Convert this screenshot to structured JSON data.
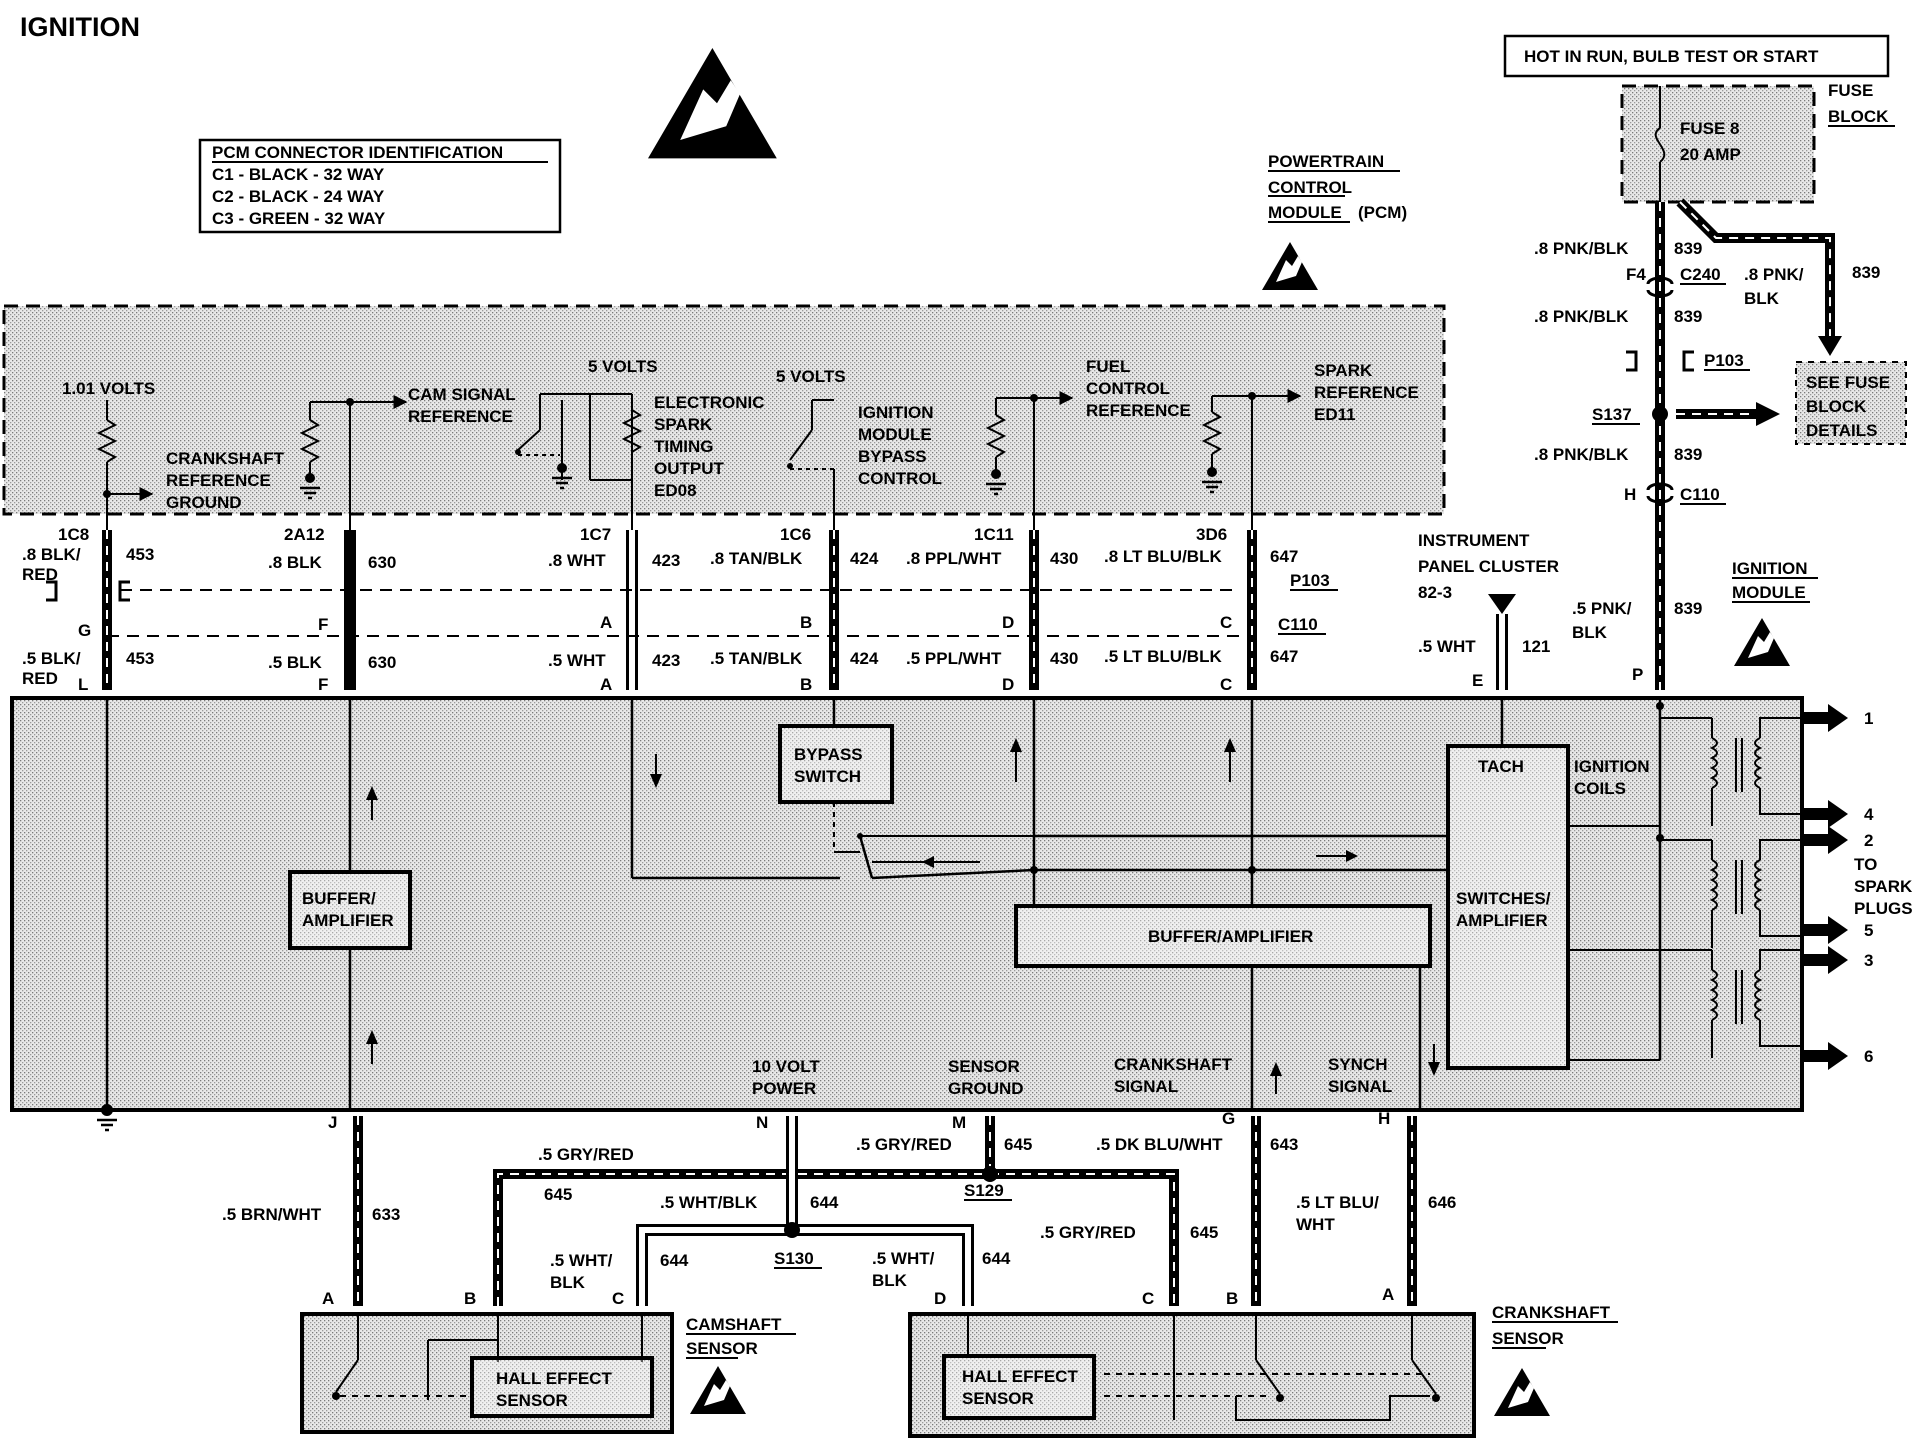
{
  "title": "IGNITION",
  "hot_label": "HOT IN RUN, BULB TEST OR START",
  "fuse_block": {
    "label_1": "FUSE",
    "label_2": "BLOCK",
    "fuse_1": "FUSE 8",
    "fuse_2": "20 AMP"
  },
  "pcm_id": {
    "heading": "PCM CONNECTOR IDENTIFICATION",
    "rows": [
      "C1 - BLACK - 32 WAY",
      "C2 - BLACK - 24 WAY",
      "C3 - GREEN - 32 WAY"
    ]
  },
  "pcm": {
    "label_1": "POWERTRAIN",
    "label_2": "CONTROL",
    "label_3": "MODULE",
    "label_4": "(PCM)"
  },
  "pcm_inner": {
    "volts_101": "1.01 VOLTS",
    "crank_ref": [
      "CRANKSHAFT",
      "REFERENCE",
      "GROUND"
    ],
    "cam_signal": [
      "CAM SIGNAL",
      "REFERENCE"
    ],
    "five_volts_a": "5 VOLTS",
    "est": [
      "ELECTRONIC",
      "SPARK",
      "TIMING",
      "OUTPUT",
      "ED08"
    ],
    "five_volts_b": "5 VOLTS",
    "bypass_ctrl": [
      "IGNITION",
      "MODULE",
      "BYPASS",
      "CONTROL"
    ],
    "fuel_ctrl": [
      "FUEL",
      "CONTROL",
      "REFERENCE"
    ],
    "spark_ref": [
      "SPARK",
      "REFERENCE",
      "ED11"
    ]
  },
  "pins_top": [
    "1C8",
    "2A12",
    "1C7",
    "1C6",
    "1C11",
    "3D6"
  ],
  "wires_upper": [
    {
      "color": ".8 BLK/",
      "color2": "RED",
      "circuit": "453"
    },
    {
      "color": ".8 BLK",
      "circuit": "630"
    },
    {
      "color": ".8 WHT",
      "circuit": "423"
    },
    {
      "color": ".8 TAN/BLK",
      "circuit": "424"
    },
    {
      "color": ".8 PPL/WHT",
      "circuit": "430"
    },
    {
      "color": ".8 LT BLU/BLK",
      "circuit": "647"
    }
  ],
  "connector_letters_mid": [
    "G",
    "F",
    "A",
    "B",
    "D",
    "C"
  ],
  "wires_lower": [
    {
      "color": ".5 BLK/",
      "color2": "RED",
      "circuit": "453"
    },
    {
      "color": ".5 BLK",
      "circuit": "630"
    },
    {
      "color": ".5 WHT",
      "circuit": "423"
    },
    {
      "color": ".5 TAN/BLK",
      "circuit": "424"
    },
    {
      "color": ".5 PPL/WHT",
      "circuit": "430"
    },
    {
      "color": ".5 LT BLU/BLK",
      "circuit": "647"
    }
  ],
  "module_pins_top": [
    "L",
    "F",
    "A",
    "B",
    "D",
    "C",
    "E",
    "P"
  ],
  "connectors": {
    "p103": "P103",
    "c110": "C110",
    "c240": "C240",
    "f4": "F4",
    "s137": "S137",
    "h": "H"
  },
  "feed": {
    "w1": ".8 PNK/BLK",
    "c1": "839",
    "w2": ".8 PNK/",
    "w2b": "BLK",
    "c2": "839",
    "w3": ".8 PNK/BLK",
    "c3": "839",
    "w4": ".8 PNK/BLK",
    "c4": "839",
    "w5": ".5 PNK/",
    "w5b": "BLK",
    "c5": "839",
    "see_fuse": [
      "SEE FUSE",
      "BLOCK",
      "DETAILS"
    ]
  },
  "ipc": {
    "label_1": "INSTRUMENT",
    "label_2": "PANEL CLUSTER",
    "label_3": "82-3",
    "wire": ".5 WHT",
    "circuit": "121"
  },
  "ignition_module": {
    "label_1": "IGNITION",
    "label_2": "MODULE"
  },
  "module_inner": {
    "bypass": [
      "BYPASS",
      "SWITCH"
    ],
    "buffer_left": [
      "BUFFER/",
      "AMPLIFIER"
    ],
    "buffer_right": "BUFFER/AMPLIFIER",
    "tach": "TACH",
    "switches": [
      "SWITCHES/",
      "AMPLIFIER"
    ],
    "coils": [
      "IGNITION",
      "COILS"
    ]
  },
  "spark_outputs": [
    "1",
    "4",
    "2",
    "5",
    "3",
    "6"
  ],
  "to_spark": [
    "TO",
    "SPARK",
    "PLUGS"
  ],
  "bottom_signals": {
    "ten_volt": [
      "10 VOLT",
      "POWER"
    ],
    "sensor_ground": [
      "SENSOR",
      "GROUND"
    ],
    "crank_signal": [
      "CRANKSHAFT",
      "SIGNAL"
    ],
    "synch": [
      "SYNCH",
      "SIGNAL"
    ]
  },
  "module_pins_bottom": [
    "J",
    "N",
    "M",
    "G",
    "H"
  ],
  "lower_wires": {
    "brn": ".5 BRN/WHT",
    "c633": "633",
    "gry_red_a": ".5 GRY/RED",
    "c645a": "645",
    "gry_red_b": ".5 GRY/RED",
    "c645b": "645",
    "gry_red_c": ".5 GRY/RED",
    "c645c": "645",
    "wht_blk_a": ".5 WHT/BLK",
    "c644a": "644",
    "wht_blk_b": ".5 WHT/",
    "wht_blk_b2": "BLK",
    "c644b": "644",
    "wht_blk_c": ".5 WHT/",
    "wht_blk_c2": "BLK",
    "c644c": "644",
    "dk_blu": ".5 DK BLU/WHT",
    "c643": "643",
    "lt_blu": ".5 LT BLU/",
    "lt_blu2": "WHT",
    "c646": "646",
    "s129": "S129",
    "s130": "S130"
  },
  "sensor_pins": {
    "cam": [
      "A",
      "B",
      "C"
    ],
    "crank": [
      "D",
      "C",
      "B",
      "A"
    ]
  },
  "camshaft_sensor": {
    "label_1": "CAMSHAFT",
    "label_2": "SENSOR",
    "hall_1": "HALL EFFECT",
    "hall_2": "SENSOR"
  },
  "crankshaft_sensor": {
    "label_1": "CRANKSHAFT",
    "label_2": "SENSOR",
    "hall_1": "HALL EFFECT",
    "hall_2": "SENSOR"
  }
}
